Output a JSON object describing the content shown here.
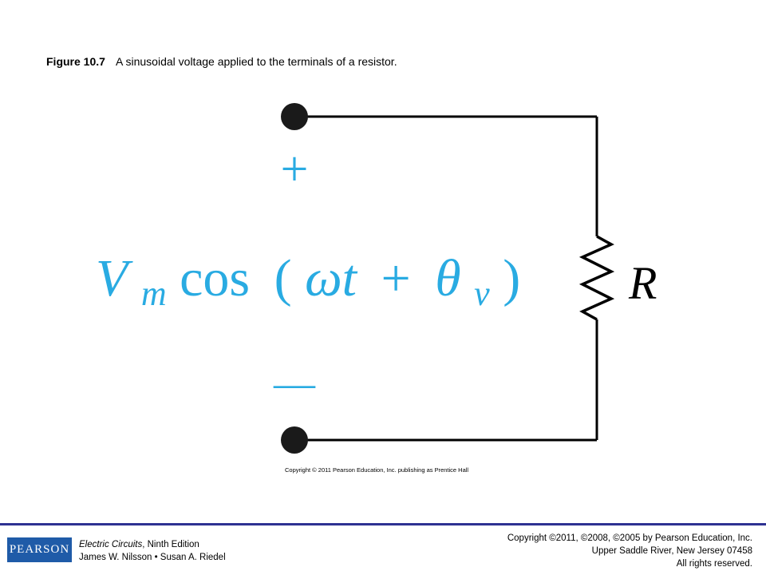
{
  "caption": {
    "figure_label": "Figure 10.7",
    "text": "A sinusoidal voltage applied to the terminals of a resistor."
  },
  "circuit": {
    "plus_sign": "+",
    "minus_sign": "—",
    "voltage_expr": {
      "V": "V",
      "m": "m",
      "cos": "cos",
      "open_paren": "(",
      "omega_t": "ωt",
      "plus": "+",
      "theta": "θ",
      "v_sub": "v",
      "close_paren": ")"
    },
    "resistor_label": "R",
    "expression_color": "#29abe2"
  },
  "figure_copyright": "Copyright © 2011 Pearson Education, Inc. publishing as Prentice Hall",
  "footer": {
    "logo_text": "PEARSON",
    "book_title": "Electric Circuits",
    "book_edition": ", Ninth Edition",
    "authors": "James W. Nilsson • Susan A. Riedel",
    "copyright_line1": "Copyright ©2011, ©2008, ©2005 by Pearson Education, Inc.",
    "copyright_line2": "Upper Saddle River, New Jersey 07458",
    "copyright_line3": "All rights reserved.",
    "rule_color": "#2e3192",
    "logo_color": "#1f5ba8"
  }
}
